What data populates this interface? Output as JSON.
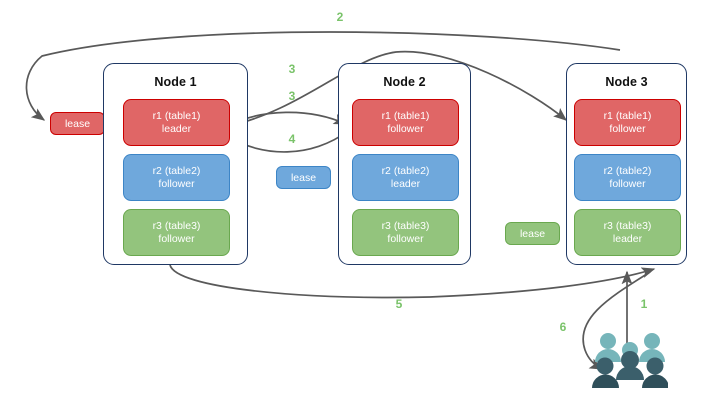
{
  "diagram": {
    "title": "Distributed lease / leaseholder replication diagram",
    "colors": {
      "red_fill": "#e06666",
      "red_border": "#cc0000",
      "blue_fill": "#6fa8dc",
      "blue_border": "#3d85c6",
      "green_fill": "#93c47d",
      "green_border": "#6aa84f",
      "node_border": "#1f3864",
      "arrow": "#595959",
      "step_label": "#7ac36a",
      "people_light": "#76b5ba",
      "people_dark": "#3b5f6b",
      "background": "#ffffff"
    }
  },
  "nodes": [
    {
      "name": "node-1",
      "title": "Node 1",
      "replicas": [
        {
          "name": "r1 (table1)",
          "role": "leader",
          "color": "red"
        },
        {
          "name": "r2 (table2)",
          "role": "follower",
          "color": "blue"
        },
        {
          "name": "r3 (table3)",
          "role": "follower",
          "color": "green"
        }
      ]
    },
    {
      "name": "node-2",
      "title": "Node 2",
      "replicas": [
        {
          "name": "r1 (table1)",
          "role": "follower",
          "color": "red"
        },
        {
          "name": "r2 (table2)",
          "role": "leader",
          "color": "blue"
        },
        {
          "name": "r3 (table3)",
          "role": "follower",
          "color": "green"
        }
      ]
    },
    {
      "name": "node-3",
      "title": "Node 3",
      "replicas": [
        {
          "name": "r1 (table1)",
          "role": "follower",
          "color": "red"
        },
        {
          "name": "r2 (table2)",
          "role": "follower",
          "color": "blue"
        },
        {
          "name": "r3 (table3)",
          "role": "leader",
          "color": "green"
        }
      ]
    }
  ],
  "leases": [
    {
      "name": "lease-red",
      "label": "lease",
      "color": "red"
    },
    {
      "name": "lease-blue",
      "label": "lease",
      "color": "blue"
    },
    {
      "name": "lease-green",
      "label": "lease",
      "color": "green"
    }
  ],
  "steps": [
    {
      "id": "step-1",
      "label": "1"
    },
    {
      "id": "step-2",
      "label": "2"
    },
    {
      "id": "step-3a",
      "label": "3"
    },
    {
      "id": "step-3b",
      "label": "3"
    },
    {
      "id": "step-4",
      "label": "4"
    },
    {
      "id": "step-5",
      "label": "5"
    },
    {
      "id": "step-6",
      "label": "6"
    }
  ],
  "actors": {
    "people_label": "people-group-icon"
  }
}
